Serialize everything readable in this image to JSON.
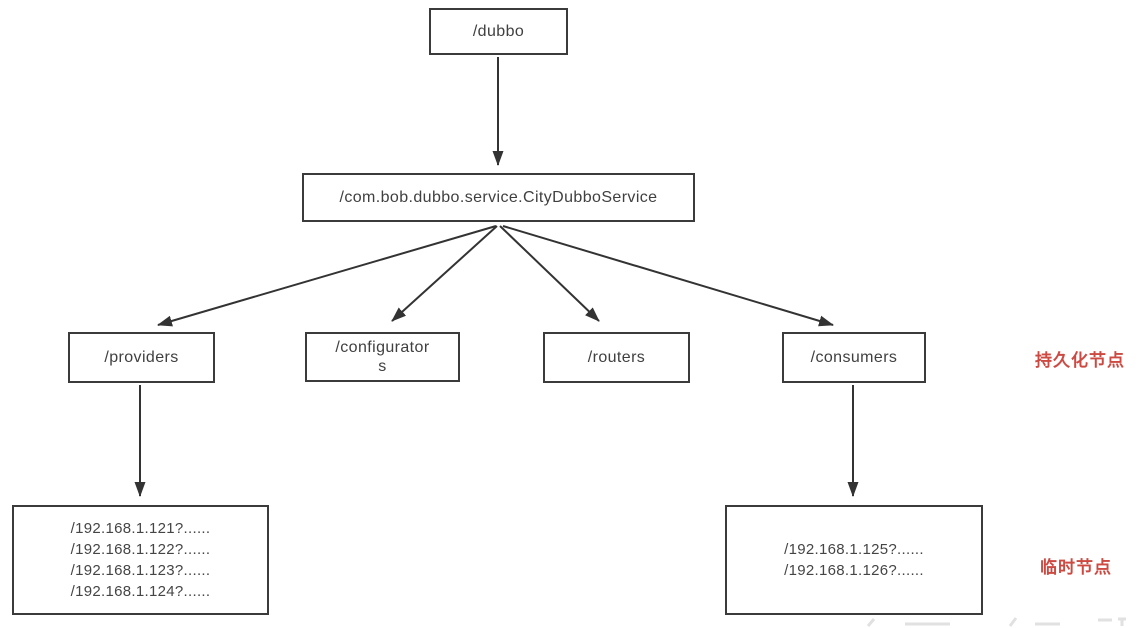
{
  "diagram": {
    "root_node": {
      "label": "/dubbo"
    },
    "service_node": {
      "label": "/com.bob.dubbo.service.CityDubboService"
    },
    "category_nodes": {
      "providers": {
        "label": "/providers"
      },
      "configurators": {
        "label_line1": "/configurator",
        "label_line2": "s"
      },
      "routers": {
        "label": "/routers"
      },
      "consumers": {
        "label": "/consumers"
      }
    },
    "provider_instances": [
      "/192.168.1.121?......",
      "/192.168.1.122?......",
      "/192.168.1.123?......",
      "/192.168.1.124?......"
    ],
    "consumer_instances": [
      "/192.168.1.125?......",
      "/192.168.1.126?......"
    ],
    "annotations": {
      "persistent_label": "持久化节点",
      "ephemeral_label": "临时节点"
    },
    "colors": {
      "annotation_red": "#cd4a42",
      "box_border": "#3b3b3b",
      "arrow": "#333333",
      "text": "#404040",
      "background": "#ffffff"
    }
  }
}
